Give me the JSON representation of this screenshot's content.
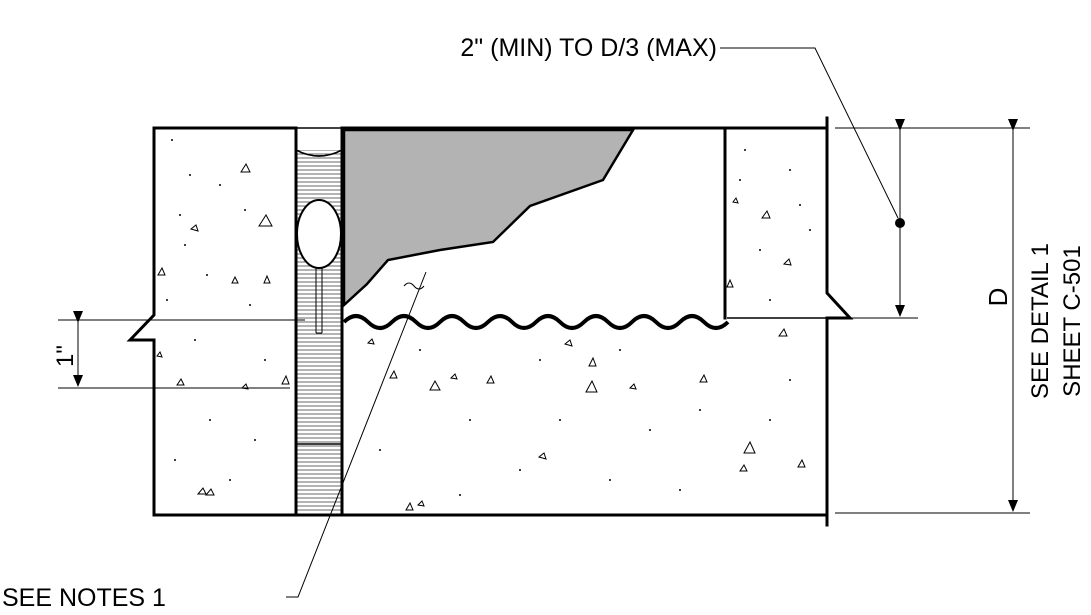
{
  "labels": {
    "top_callout": "2\" (MIN) TO D/3 (MAX)",
    "bottom_callout": "SEE NOTES 1",
    "dim_left": "1\"",
    "dim_right": "D",
    "ref_line1": "SEE DETAIL 1",
    "ref_line2": "SHEET C-501"
  },
  "colors": {
    "line": "#000000",
    "sealant_fill": "#b3b3b3",
    "background": "#ffffff"
  }
}
